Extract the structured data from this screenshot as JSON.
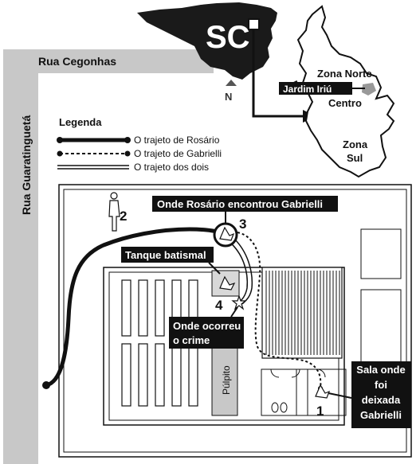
{
  "state_label": "SC",
  "north_label": "N",
  "city": {
    "zone_norte": "Zona Norte",
    "jardim_iriu": "Jardim Iriú",
    "centro": "Centro",
    "zona_sul_1": "Zona",
    "zona_sul_2": "Sul"
  },
  "streets": {
    "top": "Rua Cegonhas",
    "left": "Rua Guaratinguetá"
  },
  "legend": {
    "title": "Legenda",
    "items": [
      {
        "label": "O trajeto de Rosário"
      },
      {
        "label": "O trajeto de Gabrielli"
      },
      {
        "label": "O trajeto dos dois"
      }
    ]
  },
  "callouts": {
    "met": "Onde Rosário encontrou Gabrielli",
    "baptism_tank": "Tanque batismal",
    "crime_1": "Onde ocorreu",
    "crime_2": "o crime",
    "room_1": "Sala onde",
    "room_2": "foi",
    "room_3": "deixada",
    "room_4": "Gabrielli"
  },
  "building": {
    "pulpit": "Púlpito"
  },
  "markers": {
    "m1": "1",
    "m2": "2",
    "m3": "3",
    "m4": "4"
  },
  "colors": {
    "street": "#c8c8c8",
    "state_fill": "#1a1a1a",
    "pulpit_fill": "#c8c8c8",
    "highlight": "#999999"
  }
}
